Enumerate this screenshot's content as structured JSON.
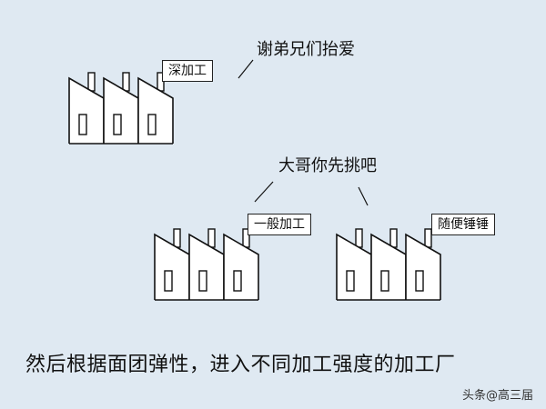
{
  "speech": {
    "thanks": "谢弟兄们抬爱",
    "elder": "大哥你先挑吧"
  },
  "labels": {
    "deep": "深加工",
    "normal": "一般加工",
    "casual": "随便锤锤"
  },
  "caption": "然后根据面团弹性，进入不同加工强度的加工厂",
  "watermark": "头条@高三届",
  "icons": [
    "factory-icon",
    "factory-icon",
    "factory-icon"
  ],
  "colors": {
    "background": "#dfe9f2",
    "stroke": "#111111",
    "box": "#ffffff"
  }
}
